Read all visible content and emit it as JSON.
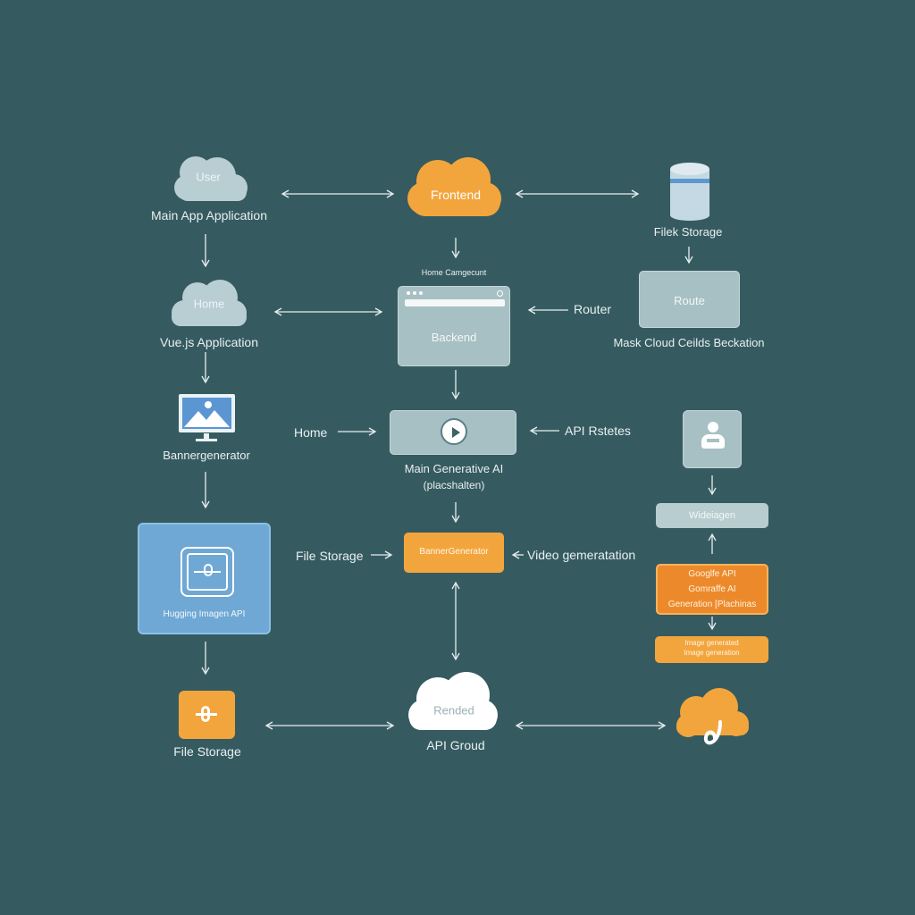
{
  "nodes": {
    "user": {
      "cloud_label": "User",
      "caption": "Main App Application"
    },
    "frontend": {
      "cloud_label": "Frontend"
    },
    "file_storage_top": {
      "caption": "Filek Storage"
    },
    "home_cloud": {
      "cloud_label": "Home",
      "caption": "Vue.js Application"
    },
    "backend": {
      "header_label": "Home Camgecunt",
      "label": "Backend"
    },
    "router": {
      "side_label": "Router"
    },
    "route": {
      "label": "Route",
      "caption": "Mask Cloud Ceilds Beckation"
    },
    "banner_generator": {
      "caption": "Bannergenerator"
    },
    "home_label": {
      "text": "Home"
    },
    "main_generative_ai": {
      "caption_line1": "Main Generative AI",
      "caption_line2": "(placshalten)"
    },
    "api_rsteiss": {
      "text": "API Rstetes"
    },
    "widelagen": {
      "label": "Wideiagen"
    },
    "hugging_image": {
      "label": "Hugging Imagen API"
    },
    "file_storage_mid": {
      "text": "File Storage"
    },
    "banner_generator_box": {
      "label": "BannerGenerator"
    },
    "video_generation": {
      "text": "Video gemeratation"
    },
    "google_api": {
      "line1": "Googlfe API",
      "line2": "Gomraffe AI",
      "line3": "Generation [Plachinas"
    },
    "image_generation": {
      "line1": "Image generated",
      "line2": "Image generation"
    },
    "file_storage_bottom": {
      "caption": "File Storage"
    },
    "api_cloud": {
      "cloud_label": "Rended",
      "caption": "API Groud"
    }
  },
  "colors": {
    "background": "#355b60",
    "orange": "#f3a53d",
    "orange_deep": "#ec8a2b",
    "grey_box": "#a7c0c4",
    "blue_box": "#6fa8d4",
    "cloud_light": "#b9ced3",
    "cloud_white": "#ffffff"
  },
  "icons": [
    "cloud-icon",
    "database-icon",
    "browser-window-icon",
    "play-icon",
    "image-monitor-icon",
    "person-icon",
    "link-icon",
    "cloud-hook-icon"
  ]
}
